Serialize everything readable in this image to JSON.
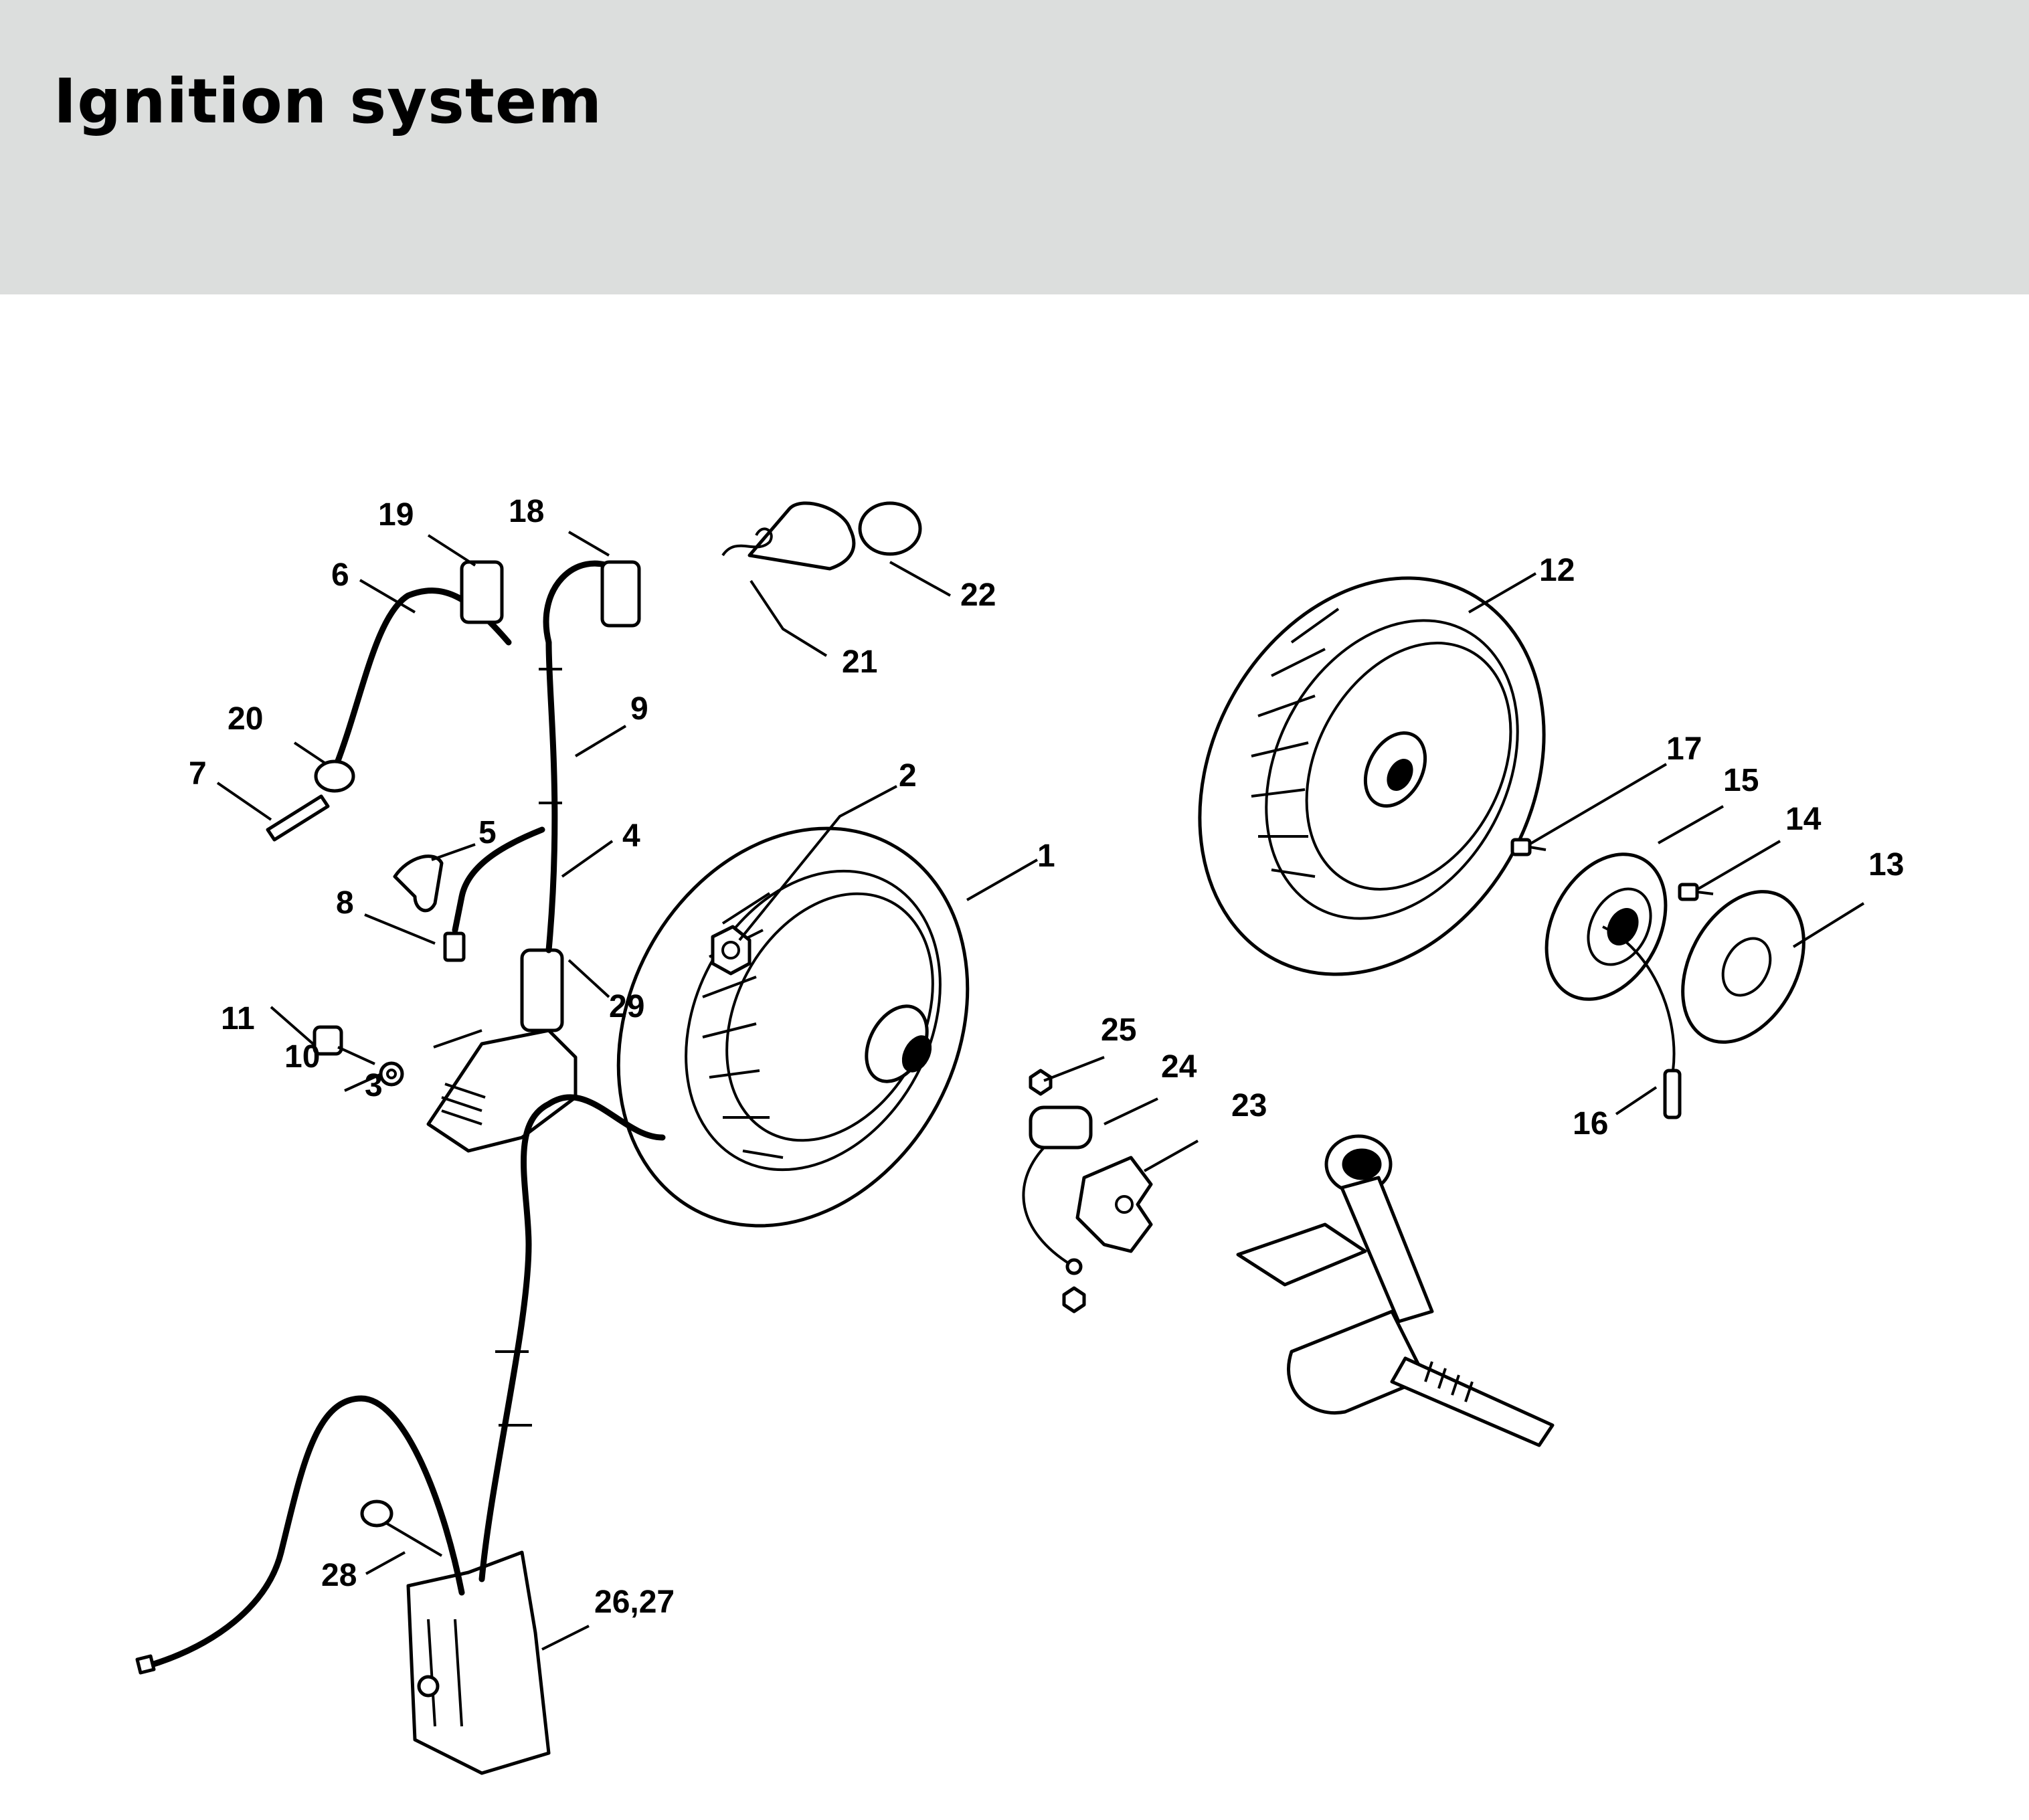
{
  "header": {
    "title": "Ignition system"
  },
  "callouts": [
    {
      "id": "1",
      "label": "1"
    },
    {
      "id": "2",
      "label": "2"
    },
    {
      "id": "3",
      "label": "3"
    },
    {
      "id": "4",
      "label": "4"
    },
    {
      "id": "5",
      "label": "5"
    },
    {
      "id": "6",
      "label": "6"
    },
    {
      "id": "7",
      "label": "7"
    },
    {
      "id": "8",
      "label": "8"
    },
    {
      "id": "9",
      "label": "9"
    },
    {
      "id": "10",
      "label": "10"
    },
    {
      "id": "11",
      "label": "11"
    },
    {
      "id": "12",
      "label": "12"
    },
    {
      "id": "13",
      "label": "13"
    },
    {
      "id": "14",
      "label": "14"
    },
    {
      "id": "15",
      "label": "15"
    },
    {
      "id": "16",
      "label": "16"
    },
    {
      "id": "17",
      "label": "17"
    },
    {
      "id": "18",
      "label": "18"
    },
    {
      "id": "19",
      "label": "19"
    },
    {
      "id": "20",
      "label": "20"
    },
    {
      "id": "21",
      "label": "21"
    },
    {
      "id": "22",
      "label": "22"
    },
    {
      "id": "23",
      "label": "23"
    },
    {
      "id": "24",
      "label": "24"
    },
    {
      "id": "25",
      "label": "25"
    },
    {
      "id": "26-27",
      "label": "26,27"
    },
    {
      "id": "28",
      "label": "28"
    },
    {
      "id": "29",
      "label": "29"
    }
  ]
}
